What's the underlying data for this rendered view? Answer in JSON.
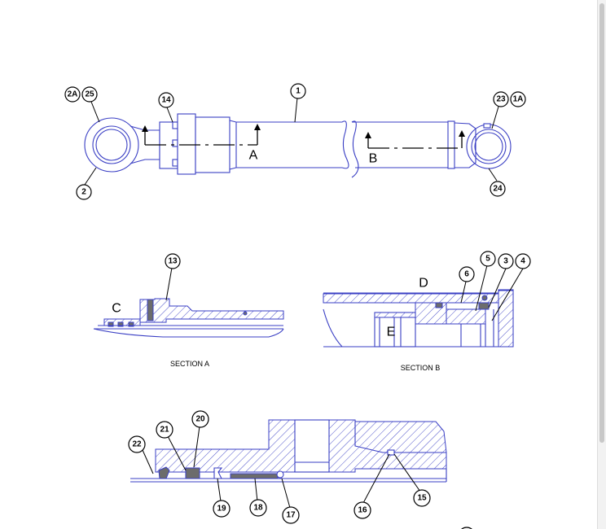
{
  "callouts": {
    "c1": "1",
    "c2": "2",
    "c2a": "2A",
    "c25": "25",
    "c14": "14",
    "c23": "23",
    "c1a": "1A",
    "c24": "24",
    "c13": "13",
    "c6": "6",
    "c5": "5",
    "c3": "3",
    "c4": "4",
    "c22": "22",
    "c21": "21",
    "c20": "20",
    "c19": "19",
    "c18": "18",
    "c17": "17",
    "c16": "16",
    "c15": "15"
  },
  "section_letters": {
    "a": "A",
    "b": "B",
    "c": "C",
    "d": "D",
    "e": "E"
  },
  "captions": {
    "section_a": "SECTION A",
    "section_b": "SECTION B"
  },
  "colors": {
    "drawing_line": "#3a3fc4",
    "hatch": "#3a3fc4",
    "seal_fill": "#6c6c6c",
    "annotation": "#000000"
  }
}
